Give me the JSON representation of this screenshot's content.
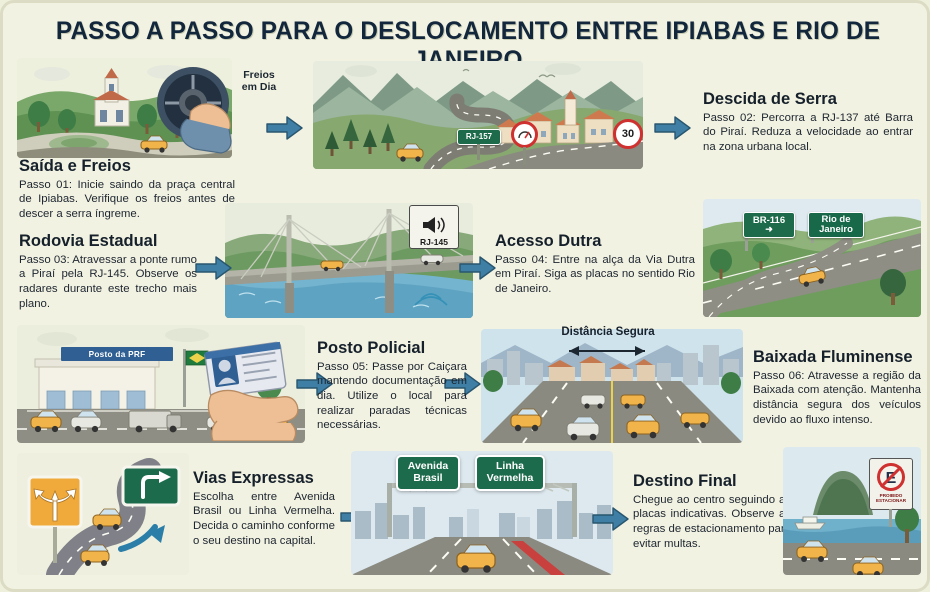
{
  "header": {
    "title": "PASSO A PASSO PARA O DESLOCAMENTO ENTRE IPIABAS E RIO DE JANEIRO"
  },
  "theme": {
    "background": "#f2f2e2",
    "title_color": "#12263c",
    "arrow_color": "#3f7fa5",
    "sign_green": "#1c6b4c",
    "sign_orange": "#f0a93b",
    "stop_red": "#cf3030"
  },
  "steps": [
    {
      "id": "saida-e-freios",
      "title": "Saída e Freios",
      "body": "Passo 01: Inicie saindo da praça central de Ipiabas. Verifique os freios antes de descer a serra íngreme."
    },
    {
      "id": "descida-de-serra",
      "title": "Descida de Serra",
      "body": "Passo 02: Percorra a RJ-137 até Barra do Piraí. Reduza a velocidade ao entrar na zona urbana local."
    },
    {
      "id": "rodovia-estadual",
      "title": "Rodovia Estadual",
      "body": "Passo 03: Atravessar a ponte rumo a Piraí pela RJ-145. Observe os radares durante este trecho mais plano."
    },
    {
      "id": "acesso-dutra",
      "title": "Acesso Dutra",
      "body": "Passo 04: Entre na alça da Via Dutra em Piraí. Siga as placas no sentido Rio de Janeiro."
    },
    {
      "id": "posto-policial",
      "title": "Posto Policial",
      "body": "Passo 05: Passe por Caiçara mantendo documentação em dia. Utilize o local para realizar paradas técnicas necessárias."
    },
    {
      "id": "baixada-fluminense",
      "title": "Baixada Fluminense",
      "body": "Passo 06: Atravesse a região da Baixada com atenção. Mantenha distância segura dos veículos devido ao fluxo intenso."
    },
    {
      "id": "vias-expressas",
      "title": "Vias Expressas",
      "body": "Escolha entre Avenida Brasil ou Linha Vermelha. Decida o caminho conforme o seu destino na capital."
    },
    {
      "id": "destino-final",
      "title": "Destino Final",
      "body": "Chegue ao centro seguindo as placas indicativas. Observe as regras de estacionamento para evitar multas."
    }
  ],
  "signs": {
    "brakes_callout_line1": "Freios",
    "brakes_callout_line2": "em Dia",
    "highway_rj157": "RJ-157",
    "speed_limit_30": "30",
    "radar_rj145": "RJ-145",
    "br116": "BR-116",
    "rio_line1": "Rio de",
    "rio_line2": "Janeiro",
    "prf_station": "Posto da PRF",
    "safe_distance": "Distância Segura",
    "avenida_line1": "Avenida",
    "avenida_line2": "Brasil",
    "linha_line1": "Linha",
    "linha_line2": "Vermelha",
    "nopark_line1": "PROIBIDO",
    "nopark_line2": "ESTACIONAR"
  }
}
